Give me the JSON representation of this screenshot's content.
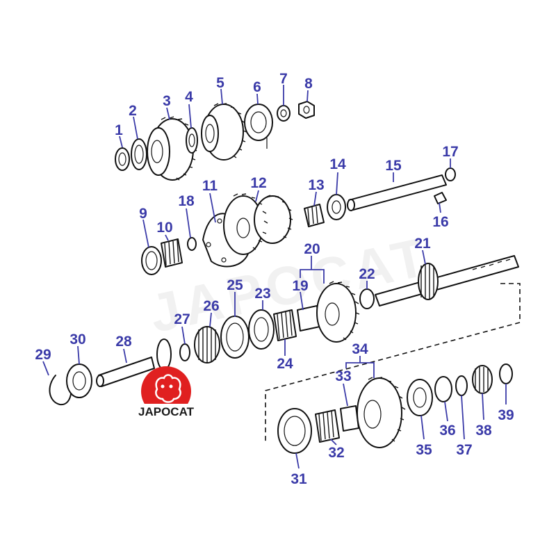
{
  "diagram": {
    "callouts": [
      "1",
      "2",
      "3",
      "4",
      "5",
      "6",
      "7",
      "8",
      "9",
      "10",
      "11",
      "12",
      "13",
      "14",
      "15",
      "16",
      "17",
      "18",
      "19",
      "20",
      "21",
      "22",
      "23",
      "24",
      "25",
      "26",
      "27",
      "28",
      "29",
      "30",
      "31",
      "32",
      "33",
      "34",
      "35",
      "36",
      "37",
      "38",
      "39"
    ]
  },
  "watermark": {
    "text": "JAPOCAT"
  },
  "logo": {
    "text": "JAPOCAT",
    "color": "#e02020"
  },
  "colors": {
    "callout": "#3a3aa8",
    "line": "#111111"
  }
}
